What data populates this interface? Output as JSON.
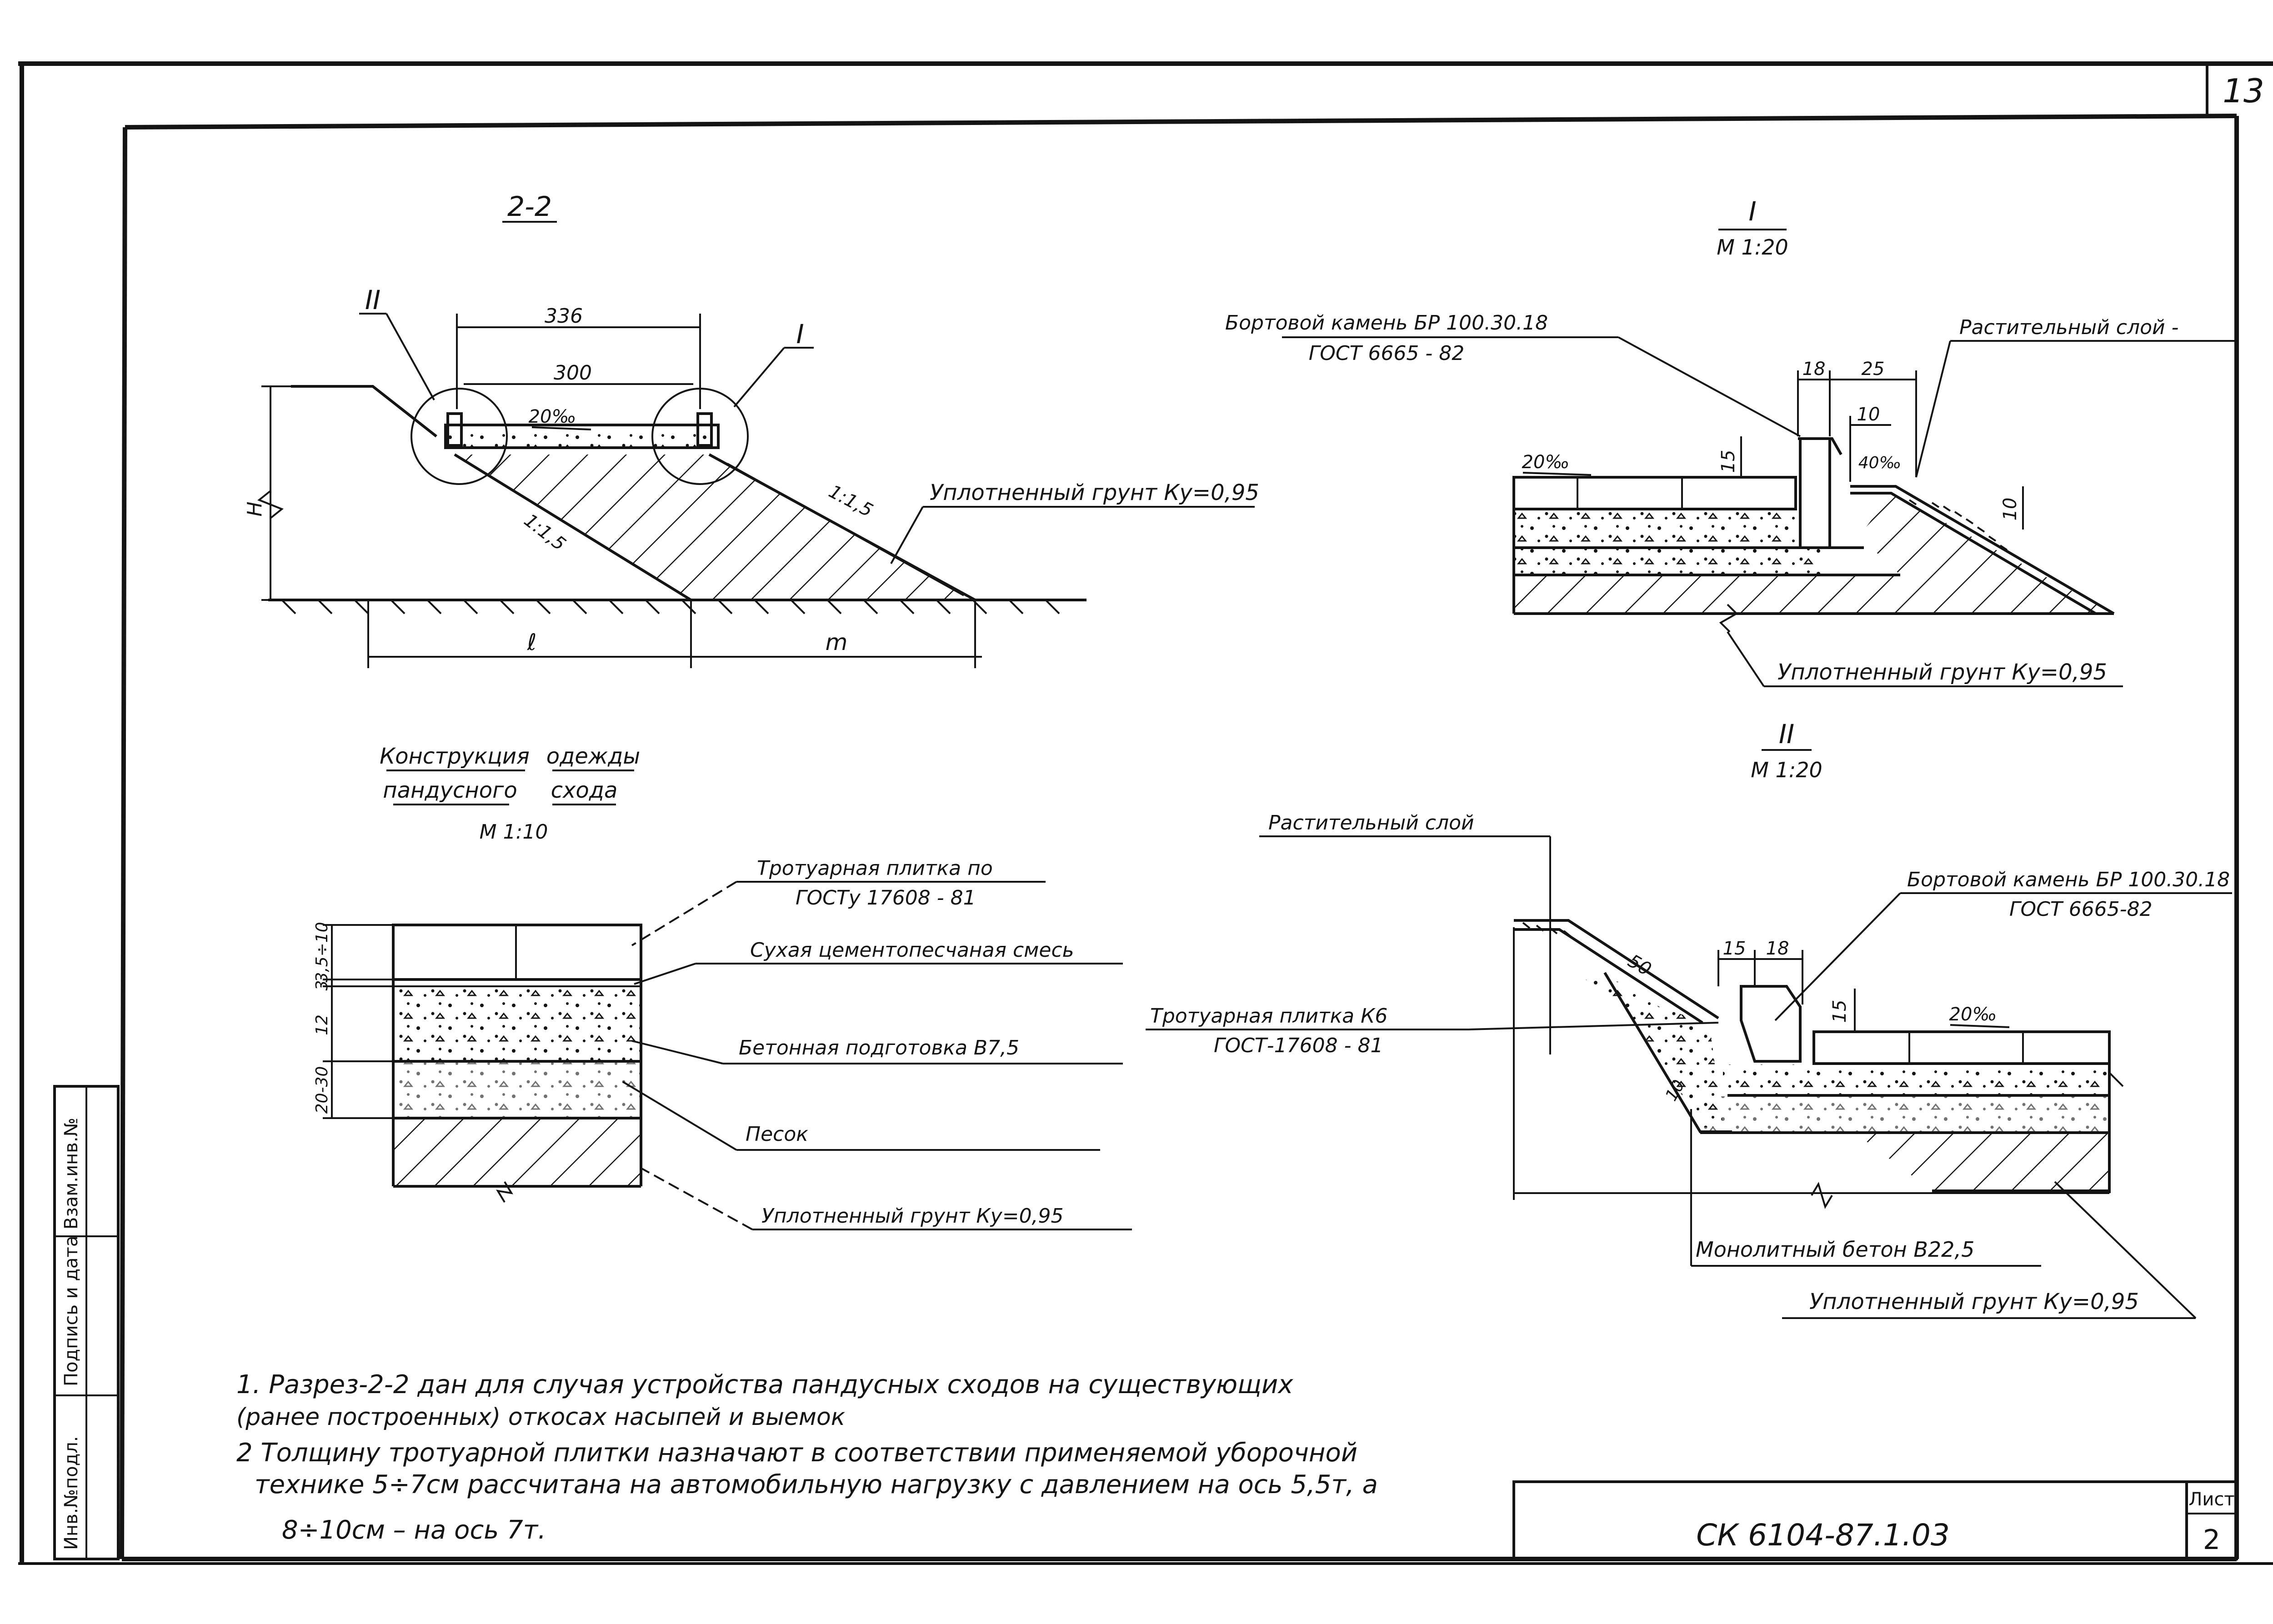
{
  "sheet": {
    "page_number": "13",
    "code": "СК 6104-87.1.03",
    "list_label": "Лист",
    "list_number": "2",
    "side_stamp": [
      "Инв.№подл.",
      "Подпись и дата",
      "Взам.инв.№"
    ]
  },
  "section_2_2": {
    "title": "2-2",
    "callout_1": "I",
    "callout_2": "II",
    "dim_336": "336",
    "dim_300": "300",
    "slope_pct": "20‰",
    "slope_left": "1:1,5",
    "slope_right": "1:1,5",
    "dim_h": "H",
    "dim_l": "ℓ",
    "dim_m": "m",
    "soil_label": "Уплотненный грунт Ку=0,95"
  },
  "detail_1": {
    "title": "I",
    "scale": "М 1:20",
    "curb_label_1": "Бортовой камень БР 100.30.18",
    "curb_label_2": "ГОСТ 6665 - 82",
    "veg_label": "Растительный слой -",
    "dim_18": "18",
    "dim_25": "25",
    "dim_10a": "10",
    "dim_15": "15",
    "dim_10b": "10",
    "slope_pct": "20‰",
    "slope_40": "40‰",
    "soil_label": "Уплотненный грунт Ку=0,95"
  },
  "detail_2": {
    "title": "II",
    "scale": "М 1:20",
    "veg_label": "Растительный слой",
    "curb_label_1": "Бортовой камень БР 100.30.18",
    "curb_label_2": "ГОСТ 6665-82",
    "tile_label_1": "Тротуарная плитка К6",
    "tile_label_2": "ГОСТ-17608 - 81",
    "dim_15a": "15",
    "dim_18": "18",
    "dim_50": "50",
    "dim_15b": "15",
    "dim_10": "10",
    "slope_pct": "20‰",
    "concrete_label": "Монолитный бетон В22,5",
    "soil_label": "Уплотненный грунт Ку=0,95"
  },
  "pavement": {
    "title_1a": "Конструкция",
    "title_1b": "одежды",
    "title_2a": "пандусного",
    "title_2b": "схода",
    "scale": "М 1:10",
    "layer_1": "Тротуарная плитка по",
    "layer_1b": "ГОСТу 17608 - 81",
    "layer_2": "Сухая цементопесчаная смесь",
    "layer_3": "Бетонная подготовка В7,5",
    "layer_4": "Песок",
    "layer_5": "Уплотненный грунт Ку=0,95",
    "dim_1": "3,5÷10",
    "dim_2": "3",
    "dim_3": "12",
    "dim_4": "20-30"
  },
  "notes": {
    "line_1": "1. Разрез-2-2 дан для случая устройства пандусных сходов на существующих",
    "line_2": "(ранее построенных) откосах насыпей и выемок",
    "line_3": "2 Толщину тротуарной плитки назначают в соответствии применяемой уборочной",
    "line_4": "технике   5÷7см рассчитана на автомобильную нагрузку с давлением на ось 5,5т, а",
    "line_5": "8÷10см  –  на ось 7т."
  }
}
